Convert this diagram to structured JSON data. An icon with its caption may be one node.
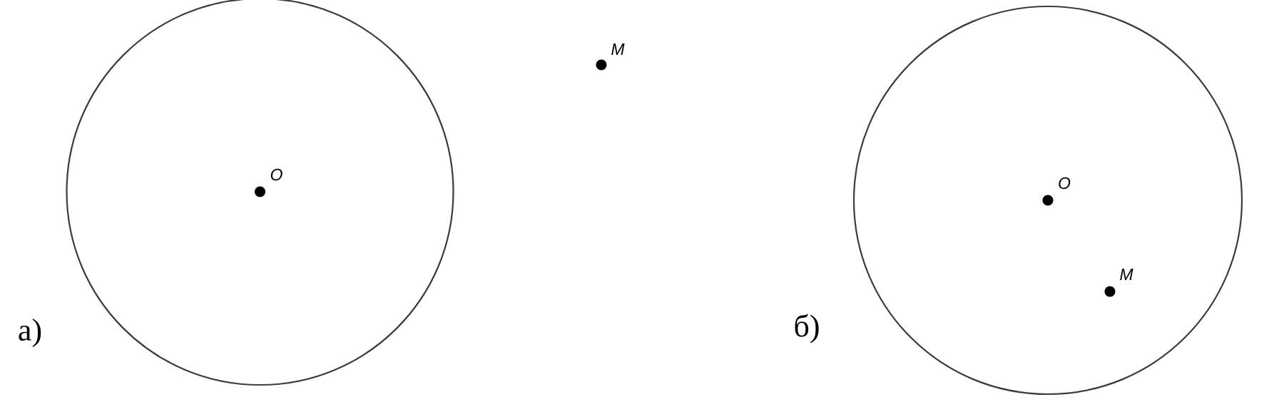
{
  "diagram": {
    "labels": [
      "M",
      "O",
      "а)",
      "O",
      "M",
      "б)"
    ]
  }
}
